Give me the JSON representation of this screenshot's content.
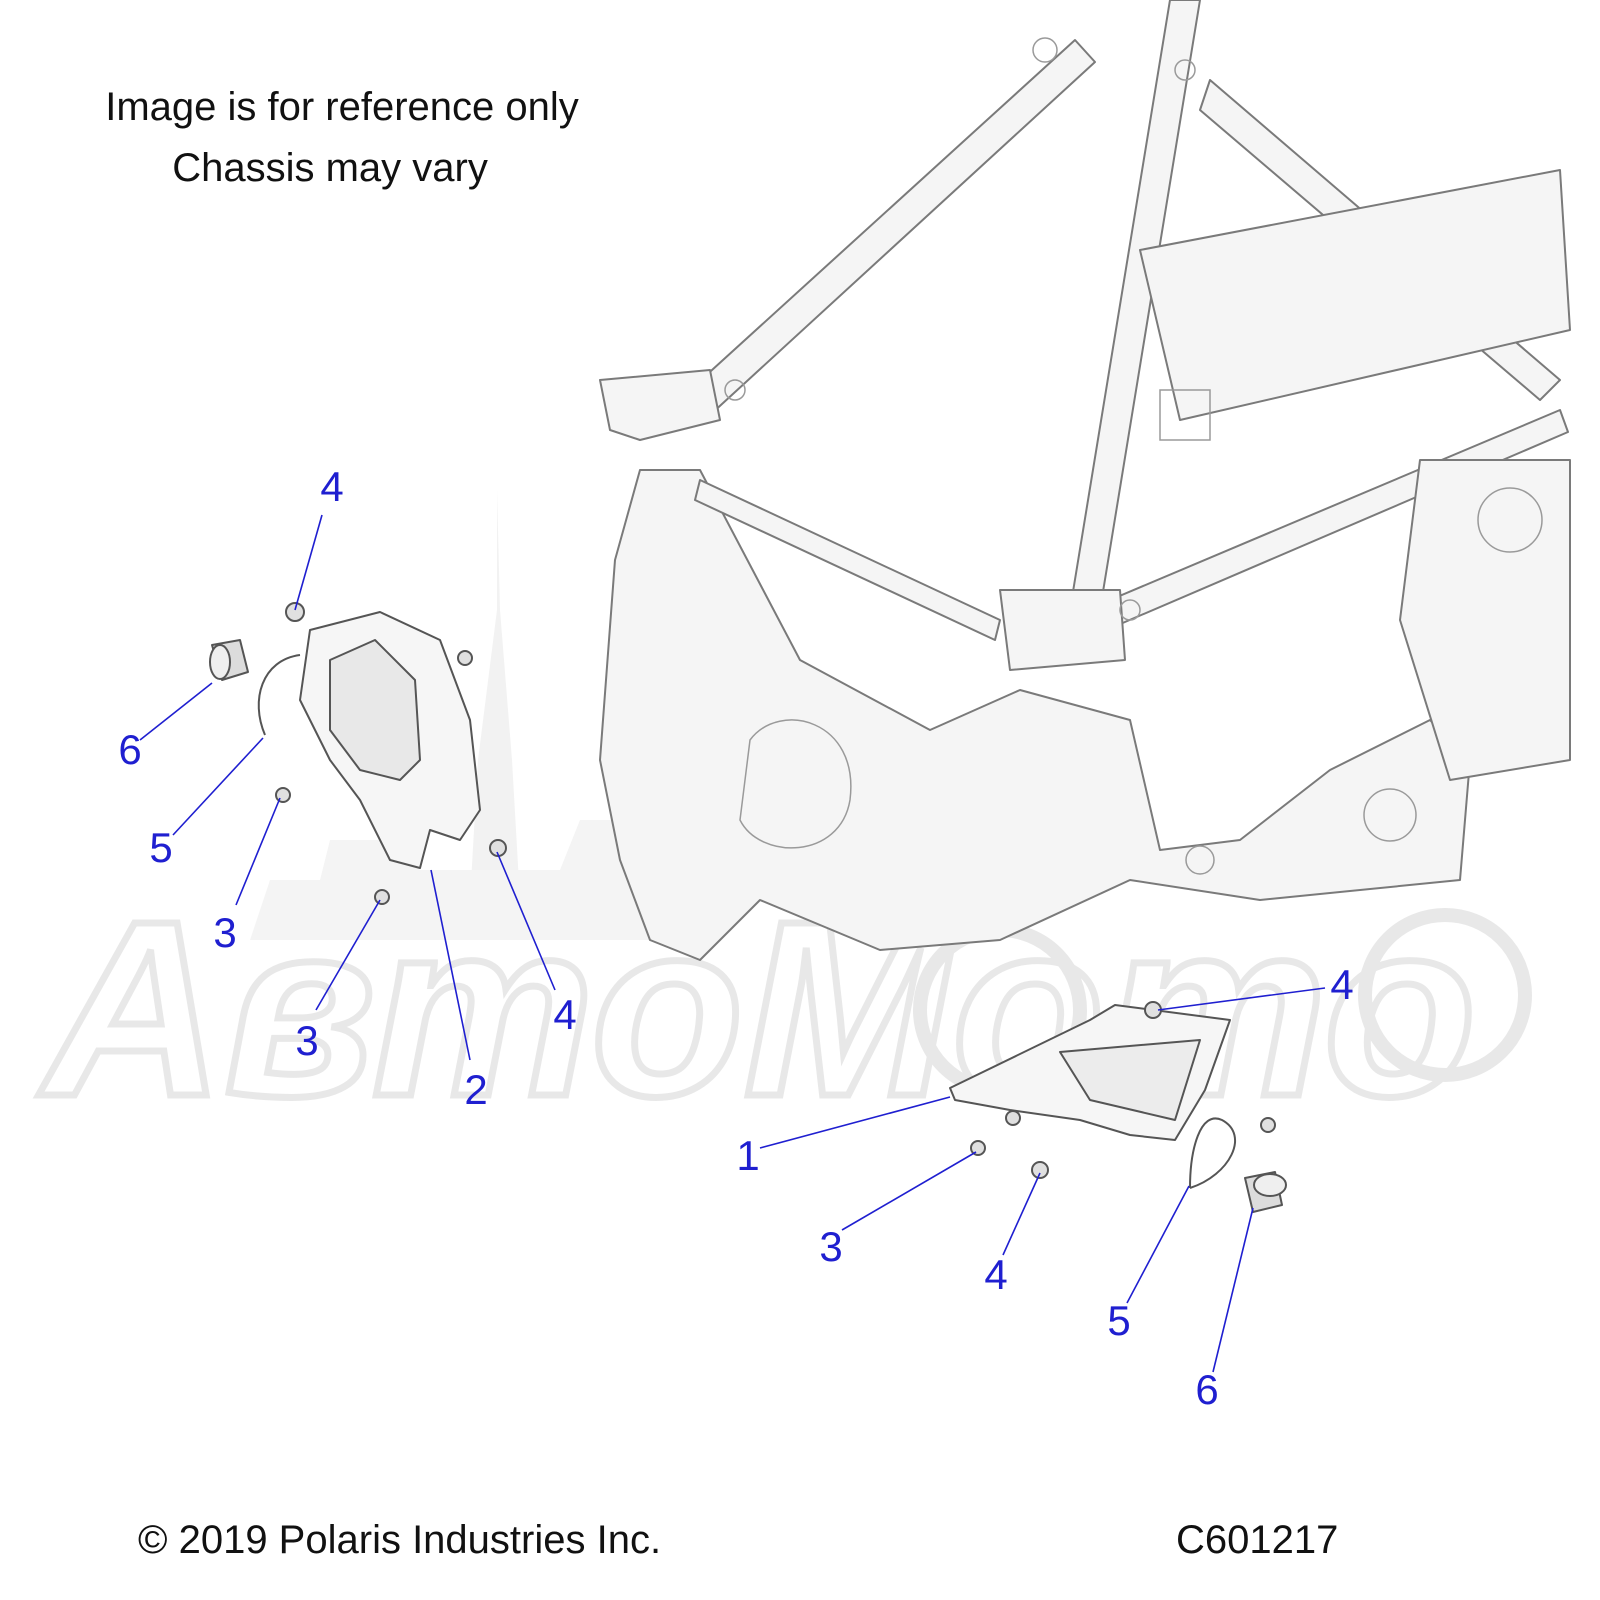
{
  "notes": {
    "line1": "Image is for reference only",
    "line2": "Chassis may vary"
  },
  "footer": {
    "copyright": "© 2019 Polaris Industries Inc.",
    "code": "C601217"
  },
  "watermark": {
    "text": "АвтоМото"
  },
  "colors": {
    "callout": "#1f1fd0",
    "leader": "#1f1fd0",
    "frame_stroke": "#6d6d6d",
    "frame_fill": "#f4f4f4",
    "watermark": "#e9e9e9"
  },
  "callouts": [
    {
      "id": "c-4a",
      "label": "4"
    },
    {
      "id": "c-6a",
      "label": "6"
    },
    {
      "id": "c-5a",
      "label": "5"
    },
    {
      "id": "c-3a",
      "label": "3"
    },
    {
      "id": "c-3b",
      "label": "3"
    },
    {
      "id": "c-4b",
      "label": "4"
    },
    {
      "id": "c-2",
      "label": "2"
    },
    {
      "id": "c-4c",
      "label": "4"
    },
    {
      "id": "c-1",
      "label": "1"
    },
    {
      "id": "c-3c",
      "label": "3"
    },
    {
      "id": "c-4d",
      "label": "4"
    },
    {
      "id": "c-5b",
      "label": "5"
    },
    {
      "id": "c-6b",
      "label": "6"
    }
  ]
}
